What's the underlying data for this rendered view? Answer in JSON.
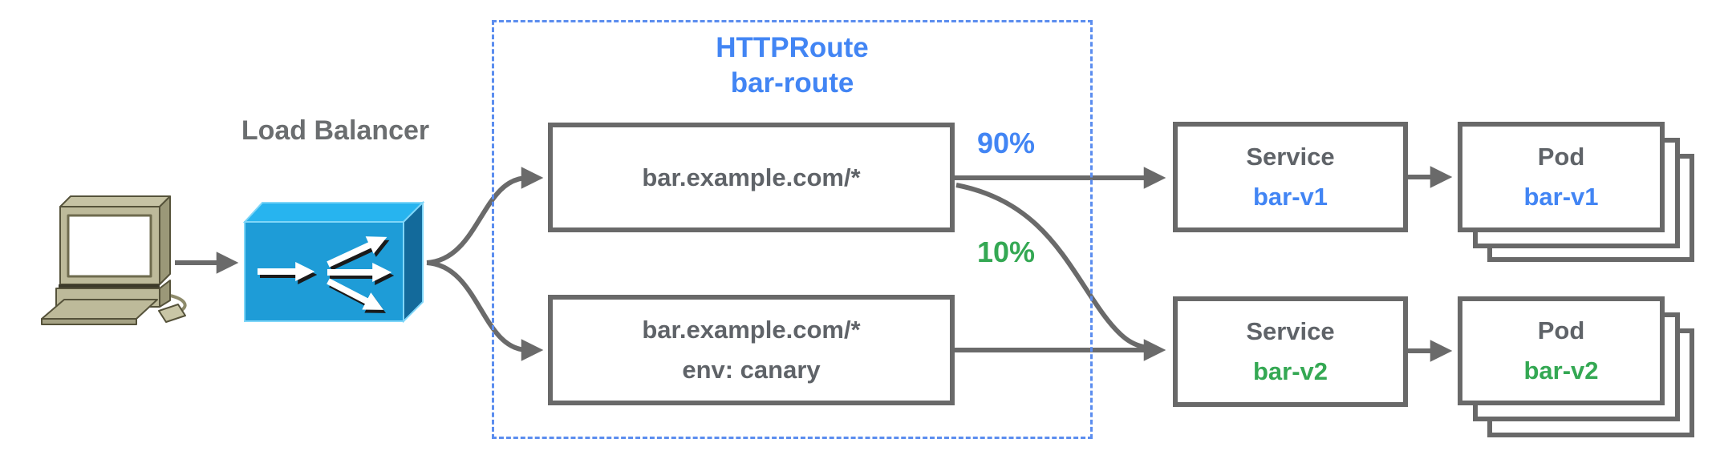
{
  "diagram": {
    "client": {
      "icon": "desktop-computer-icon"
    },
    "load_balancer": {
      "label": "Load Balancer",
      "icon": "load-balancer-icon"
    },
    "httproute": {
      "kind": "HTTPRoute",
      "name": "bar-route",
      "rules": [
        {
          "match": "bar.example.com/*",
          "weight": "90%"
        },
        {
          "match": "bar.example.com/*",
          "header_match": "env: canary",
          "weight": "10%"
        }
      ]
    },
    "services": [
      {
        "label": "Service",
        "name": "bar-v1"
      },
      {
        "label": "Service",
        "name": "bar-v2"
      }
    ],
    "pods": [
      {
        "label": "Pod",
        "name": "bar-v1"
      },
      {
        "label": "Pod",
        "name": "bar-v2"
      }
    ],
    "colors": {
      "blue_text": "#4285F4",
      "green_text": "#34A853",
      "gray_text": "#5F6368",
      "line_gray": "#6A6A6A",
      "dashed_border_blue": "#5B8DEF",
      "lb_front_blue": "#1E9CD7",
      "lb_top_blue": "#27B4EF",
      "lb_side_blue": "#136A9B",
      "computer_beige": "#BDBA9A"
    }
  }
}
